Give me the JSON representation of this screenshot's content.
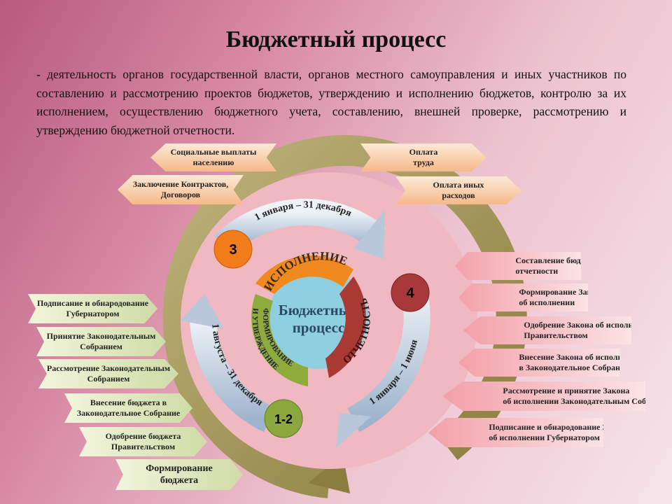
{
  "title": "Бюджетный процесс",
  "description": "- деятельность органов государственной власти, органов местного самоуправления и иных участников по составлению и рассмотрению проектов бюджетов, утверждению и исполнению бюджетов, контролю за их исполнением, осуществлению бюджетного учета, составлению, внешней проверке, рассмотрению и утверждению бюджетной отчетности.",
  "center": {
    "line1": "Бюджетный",
    "line2": "процесс"
  },
  "stages": {
    "execution": "ИСПОЛНЕНИЕ",
    "reporting": "ОТЧЕТНОСТЬ",
    "formation1": "ФОРМИРОВАНИЕ",
    "formation2": "И УТВЕРЖДЕНИЕ"
  },
  "badges": {
    "b3": "3",
    "b4": "4",
    "b12": "1-2"
  },
  "periods": {
    "top": "1 января – 31 декабря",
    "right": "1 января – 1 июня",
    "left": "1 августа – 31 декабря"
  },
  "top_left": [
    {
      "l1": "Социальные выплаты",
      "l2": "населению"
    },
    {
      "l1": "Заключение Контрактов,",
      "l2": "Договоров"
    }
  ],
  "top_right": [
    {
      "l1": "Оплата",
      "l2": "труда"
    },
    {
      "l1": "Оплата иных",
      "l2": "расходов"
    }
  ],
  "right": [
    {
      "l1": "Составление бюджетной",
      "l2": "отчетности"
    },
    {
      "l1": "Формирование Закона",
      "l2": "об исполнении"
    },
    {
      "l1": "Одобрение Закона об исполнении",
      "l2": "Правительством"
    },
    {
      "l1": "Внесение Закона об исполнении",
      "l2": "в Законодательное Собрание"
    },
    {
      "l1": "Рассмотрение и принятие Закона",
      "l2": "об исполнении Законодательным Собранием"
    },
    {
      "l1": "Подписание и обнародование Закона",
      "l2": "об исполнении Губернатором"
    }
  ],
  "left": [
    {
      "l1": "Подписание и обнародование",
      "l2": "Губернатором"
    },
    {
      "l1": "Принятие Законодательным",
      "l2": "Собранием"
    },
    {
      "l1": "Рассмотрение Законодательным",
      "l2": "Собранием"
    },
    {
      "l1": "Внесение бюджета в",
      "l2": "Законодательное Собрание"
    },
    {
      "l1": "Одобрение бюджета",
      "l2": "Правительством"
    },
    {
      "l1": "Формирование",
      "l2": "бюджета"
    }
  ]
}
